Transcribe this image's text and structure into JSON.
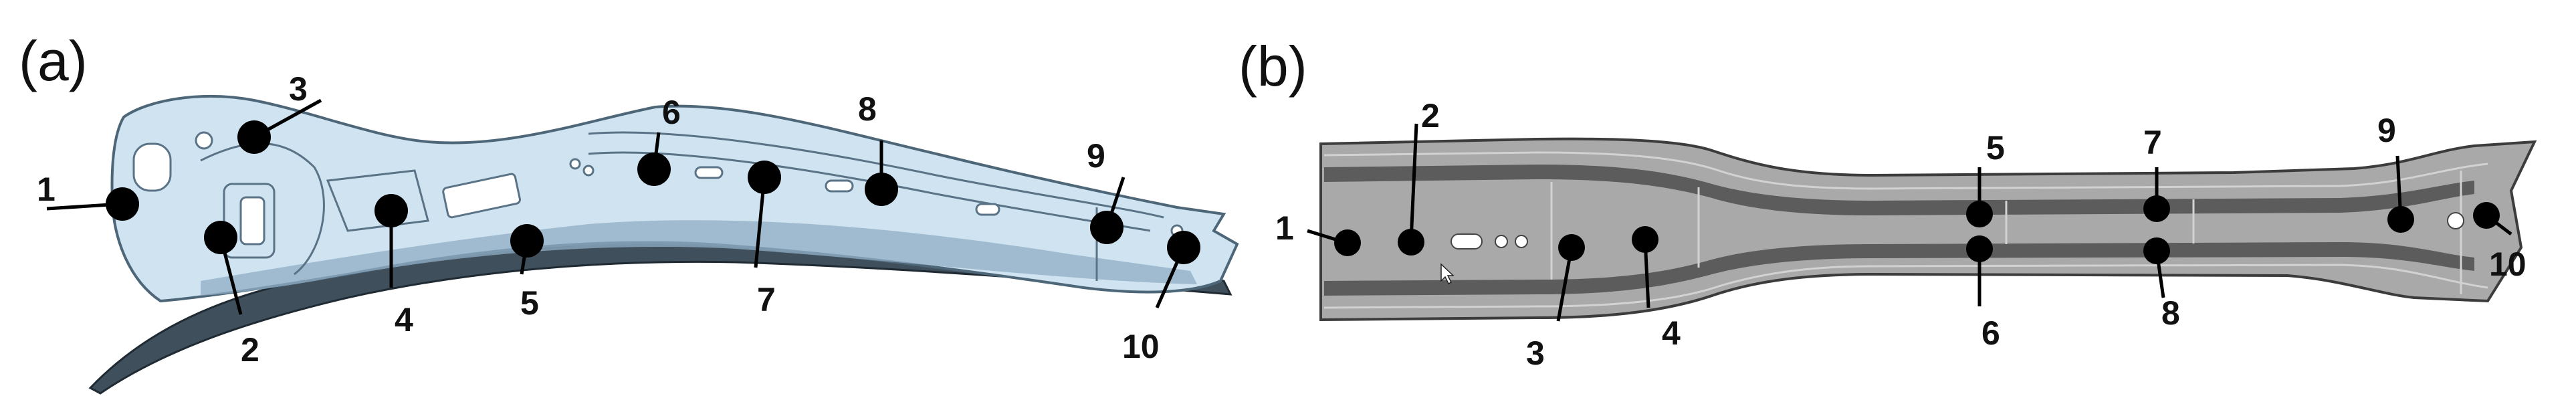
{
  "panels": [
    {
      "label": "(a)",
      "points": [
        {
          "id": "1",
          "label": "1"
        },
        {
          "id": "2",
          "label": "2"
        },
        {
          "id": "3",
          "label": "3"
        },
        {
          "id": "4",
          "label": "4"
        },
        {
          "id": "5",
          "label": "5"
        },
        {
          "id": "6",
          "label": "6"
        },
        {
          "id": "7",
          "label": "7"
        },
        {
          "id": "8",
          "label": "8"
        },
        {
          "id": "9",
          "label": "9"
        },
        {
          "id": "10",
          "label": "10"
        }
      ]
    },
    {
      "label": "(b)",
      "points": [
        {
          "id": "1",
          "label": "1"
        },
        {
          "id": "2",
          "label": "2"
        },
        {
          "id": "3",
          "label": "3"
        },
        {
          "id": "4",
          "label": "4"
        },
        {
          "id": "5",
          "label": "5"
        },
        {
          "id": "6",
          "label": "6"
        },
        {
          "id": "7",
          "label": "7"
        },
        {
          "id": "8",
          "label": "8"
        },
        {
          "id": "9",
          "label": "9"
        },
        {
          "id": "10",
          "label": "10"
        }
      ]
    }
  ],
  "colors": {
    "part_a_fill": "#cfe3f1",
    "part_a_shadow": "#5f7f95",
    "part_b_fill": "#a9a9a9",
    "part_b_dark": "#5c5c5c",
    "marker": "#000000"
  }
}
